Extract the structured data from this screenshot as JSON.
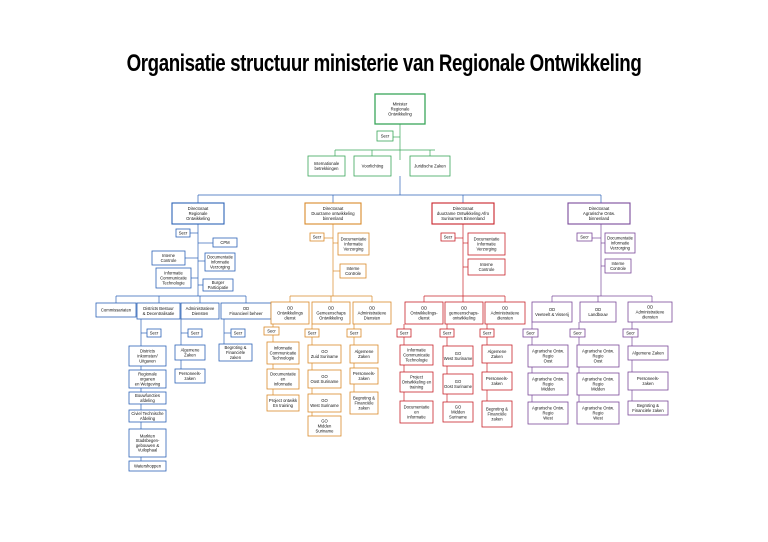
{
  "title": "Organisatie structuur ministerie van Regionale Ontwikkeling",
  "colors": {
    "top": "#3aa65a",
    "d1": "#2d63b6",
    "d2": "#d98a2a",
    "d3": "#c8242a",
    "d4": "#7a4a9a",
    "line": "#2d63b6"
  },
  "top": {
    "minister": "Minister\nRegionale\nOntwikkeling",
    "secr": "Secr",
    "staff": [
      "Internationale\nbetrekkingen",
      "Voorlichting",
      "Juridische Zaken"
    ]
  },
  "d1": {
    "head": "Directoraat\nRegionale\nOntwikkeling",
    "secr": "Secr",
    "cpm": "CPM",
    "interne": "Interne\nControle",
    "doc": "Documentatie\nInformatie\nVerzorging",
    "ict": "Informatie\nCommunicatie\nTechnologie",
    "burger": "Burger\nParticipatie",
    "divisions": [
      "Commissariaten",
      "Districts Bestuur\n& Decentralisatie",
      "Administratieve\nDiensten",
      "OD\nFinancieel beheer"
    ],
    "secr2": [
      "Secr",
      "Secr",
      "Secr"
    ],
    "col2": [
      "Districts\ninkomsten/\nUitgaven",
      "Regionale\norganen\nen Wetgeving",
      "Bouwfuncties\nafdeling",
      "Civiel Technische\nAfdeling",
      "Markten\nStadsbegen-\ngebouwen &\nVuilophaal",
      "Watershoppen"
    ],
    "col3": [
      "Algemene\nZaken",
      "Personeels-\nzaken"
    ],
    "col4": [
      "Begroting &\nFinanciële\nzaken"
    ]
  },
  "d2": {
    "head": "Directoraat\nDuurzame ontwikkeling\nbinnenland",
    "secr": "Secr",
    "doc": "Documentatie\nInformatie\nVerzorging",
    "interne": "Interne\nControle",
    "divisions": [
      "OD\nOntwikkelings\ndienst",
      "OD\nGemeenschaps\nOntwikkeling",
      "OD\nAdministratieve\nDiensten"
    ],
    "secr2": [
      "Secr",
      "Secr",
      "Secr"
    ],
    "col1": [
      "Informatie\nCommunicatie\nTechnologie",
      "Documentatie\nen\nInformatie",
      "Project ontwikk\nEn training"
    ],
    "col2": [
      "GO\nZuid Suriname",
      "GO\nOost Suriname",
      "GO\nWest Suriname",
      "GO\nMidden\nSuriname"
    ],
    "col3": [
      "Algemene\nZaken",
      "Personeels-\nzaken",
      "Begroting &\nFinanciële\nzaken"
    ]
  },
  "d3": {
    "head": "Directoraat\nduurzame Ontwikkeling Afro\nSurinamers Binnenland",
    "secr": "Secr",
    "doc": "Documentatie\nInformatie\nVerzorging",
    "interne": "Interne\nControle",
    "divisions": [
      "OD\nOntwikkelings-\ndienst",
      "OD\ngemeenschaps-\nontwikkeling",
      "OD\nAdministratieve\ndiensten"
    ],
    "secr2": [
      "Secr",
      "Secr",
      "Secr"
    ],
    "col1": [
      "Informatie\nCommunicatie\nTechnologie",
      "Project\nOntwikkeling en\ntraining",
      "Documentatie\nen\ninformatie"
    ],
    "col2": [
      "GO\nWest Suriname",
      "GO\nOost Suriname",
      "GO\nMidden\nSuriname"
    ],
    "col3": [
      "Algemene\nZaken",
      "Personeels-\nzaken",
      "Begroting &\nFinanciële\nzaken"
    ]
  },
  "d4": {
    "head": "Directoraat\nAgrarische Ontw.\nbinnenland",
    "secr": "Secr",
    "doc": "Documentatie\nInformatie\nVerzorging",
    "interne": "Interne\nControle",
    "divisions": [
      "OD\nVeeteelt & Visserij",
      "OD\nLandbouw",
      "OD\nAdministratieve\ndiensten"
    ],
    "secr2": [
      "Secr",
      "Secr",
      "Secr"
    ],
    "col1": [
      "Agrarische Ontw.\nRegio\nOost",
      "Agrarische Ontw.\nRegio\nMidden",
      "Agrarische Ontw.\nRegio\nWest"
    ],
    "col2": [
      "Agrarische Ontw.\nRegio\nOost",
      "Agrarische Ontw.\nRegio\nMidden",
      "Agrarische Ontw.\nRegio\nWest"
    ],
    "col3": [
      "Algemene Zaken",
      "Personeels-\nzaken",
      "Begroting &\nFinanciële zaken"
    ]
  }
}
